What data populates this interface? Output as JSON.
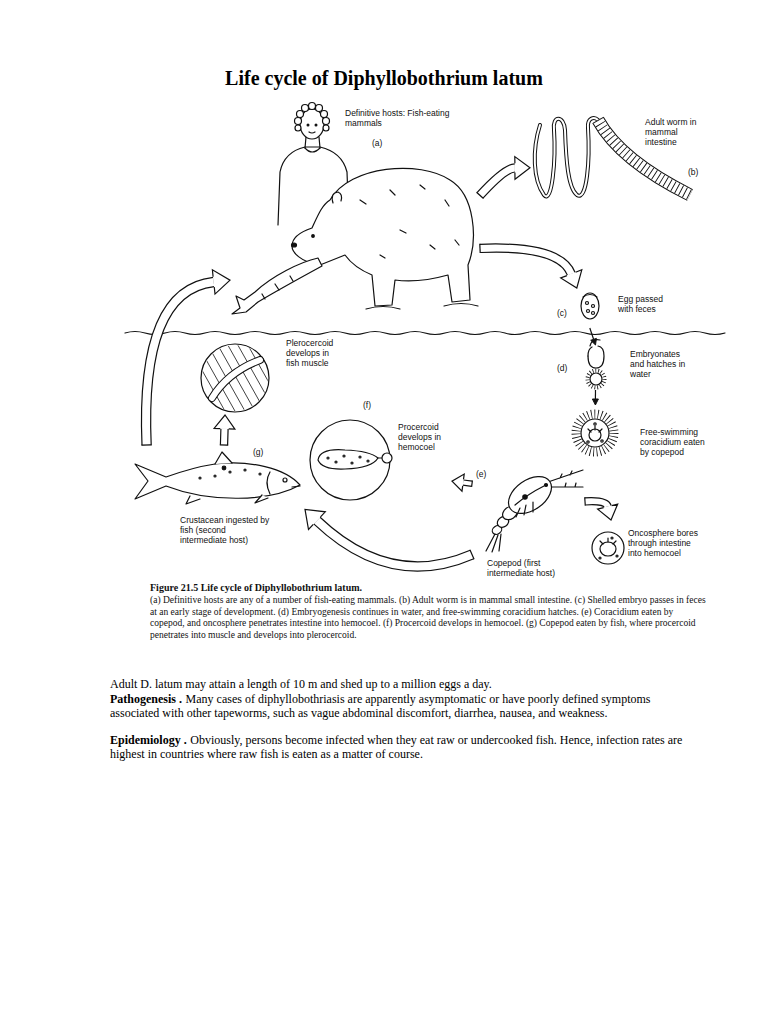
{
  "diagram": {
    "title": "Life cycle of Diphyllobothrium latum",
    "caption": "Figure 21.5 Life cycle of Diphyllobothrium latum.",
    "nodes": [
      {
        "text": [
          "Definitive hosts: Fish-eating mammals",
          "(a)"
        ]
      },
      {
        "text": [
          "Adult worm in mammal intestine",
          "(b)"
        ]
      },
      {
        "text": [
          "Egg passed with feces",
          "(c)"
        ]
      },
      {
        "text": [
          "Embryonates and hatches in water",
          "(d)"
        ]
      },
      {
        "text": [
          "Free-swimming coracidium eaten by copepod"
        ]
      },
      {
        "text": [
          "Oncosphere bores through intestine into hemocoel"
        ]
      },
      {
        "text": [
          "Copepod (first intermediate host)",
          "(e)"
        ]
      },
      {
        "text": [
          "Procercoid develops in hemocoel",
          "(f)"
        ]
      },
      {
        "text": [
          "Crustacean ingested by fish (second intermediate host)",
          "(g)"
        ]
      },
      {
        "text": [
          "Plerocercoid develops in fish muscle"
        ]
      }
    ],
    "edges": [
      {
        "from": 0,
        "to": 1,
        "arrow": "to"
      },
      {
        "from": 0,
        "to": 2,
        "arrow": "to"
      },
      {
        "from": 2,
        "to": 3,
        "arrow": "to"
      },
      {
        "from": 3,
        "to": 4,
        "arrow": "to"
      },
      {
        "from": 6,
        "to": 5,
        "arrow": "to"
      },
      {
        "from": 6,
        "to": 7,
        "arrow": "to"
      },
      {
        "from": 6,
        "to": 8,
        "arrow": "to"
      },
      {
        "from": 8,
        "to": 9,
        "arrow": "to"
      },
      {
        "from": 8,
        "to": 0,
        "arrow": "to"
      }
    ],
    "labels": [
      "(a) Definitive hosts are any of a number of fish-eating mammals. (b) Adult worm is in mammal small intestine. (c) Shelled embryo passes in feces at an early stage of development. (d) Embryogenesis continues in water, and free-swimming coracidium hatches. (e) Coracidium eaten by copepod, and oncosphere penetrates intestine into hemocoel. (f) Procercoid develops in hemocoel. (g) Copepod eaten by fish, where procercoid penetrates into muscle and develops into plerocercoid.",
      "Adult D. latum may attain a length of 10 m and shed up to a million eggs a day.",
      "Pathogenesis .",
      "Many cases of diphyllobothriasis are apparently asymptomatic or have poorly defined symptoms associated with other tapeworms, such as vague abdominal discomfort, diarrhea, nausea, and weakness.",
      "Epidemiology .",
      "Obviously, persons become infected when they eat raw or undercooked fish. Hence, infection rates are highest in countries where raw fish is eaten as a matter of course."
    ]
  }
}
